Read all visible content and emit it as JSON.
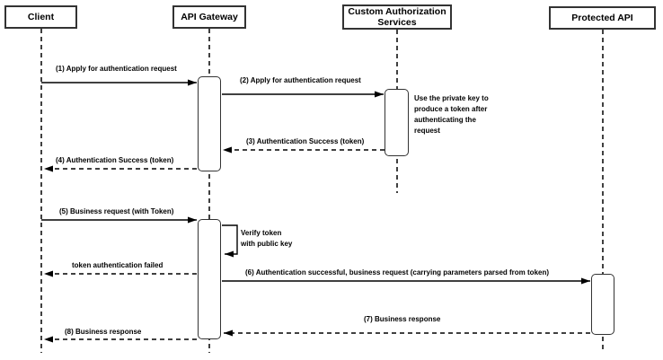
{
  "diagram": {
    "type": "sequence-diagram",
    "actors": [
      {
        "label": "Client"
      },
      {
        "label": "API Gateway"
      },
      {
        "label": "Custom Authorization Services"
      },
      {
        "label": "Protected API"
      }
    ],
    "messages": {
      "m1": "(1) Apply for authentication request",
      "m2": "(2) Apply for authentication request",
      "m3": "(3) Authentication Success (token)",
      "m4": "(4) Authentication Success (token)",
      "m5": "(5) Business request (with Token)",
      "self_call": "Verify token\nwith public key",
      "failed": "token authentication failed",
      "m6": "(6) Authentication successful, business request (carrying parameters parsed from token)",
      "m7": "(7) Business response",
      "m8": "(8) Business response"
    },
    "note": "Use the private key to produce a token after authenticating the request",
    "colors": {
      "stroke": "#000000",
      "box_border": "#333333",
      "fill": "#ffffff",
      "text": "#000000"
    }
  }
}
